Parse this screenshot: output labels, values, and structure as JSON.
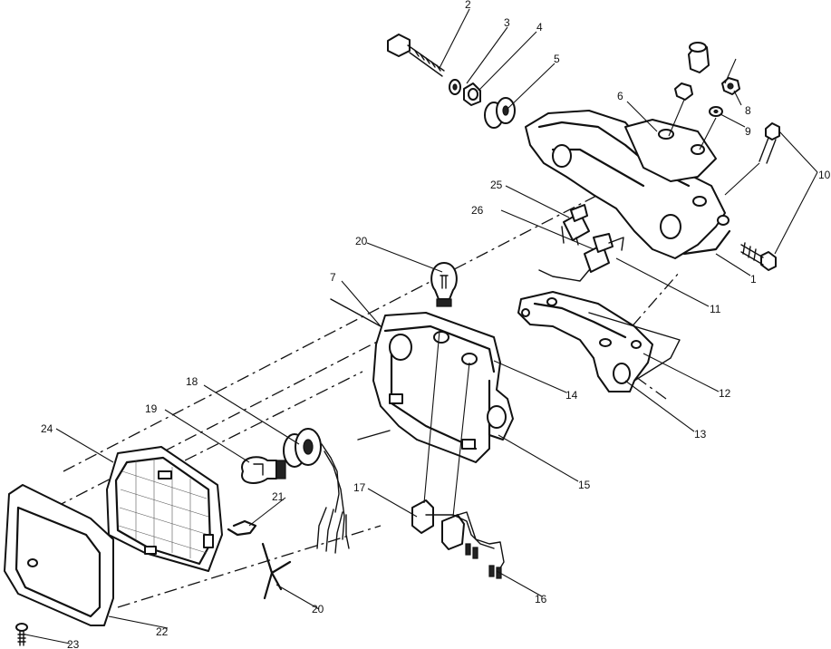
{
  "callouts": {
    "c1": "1",
    "c2": "2",
    "c3": "3",
    "c4": "4",
    "c5": "5",
    "c6": "6",
    "c7": "7",
    "c8": "8",
    "c9": "9",
    "c10": "10",
    "c11": "11",
    "c12": "12",
    "c13": "13",
    "c14": "14",
    "c15": "15",
    "c16": "16",
    "c17": "17",
    "c18": "18",
    "c19": "19",
    "c20a": "20",
    "c20b": "20",
    "c21": "21",
    "c22": "22",
    "c23": "23",
    "c24": "24",
    "c25": "25",
    "c26": "26"
  }
}
